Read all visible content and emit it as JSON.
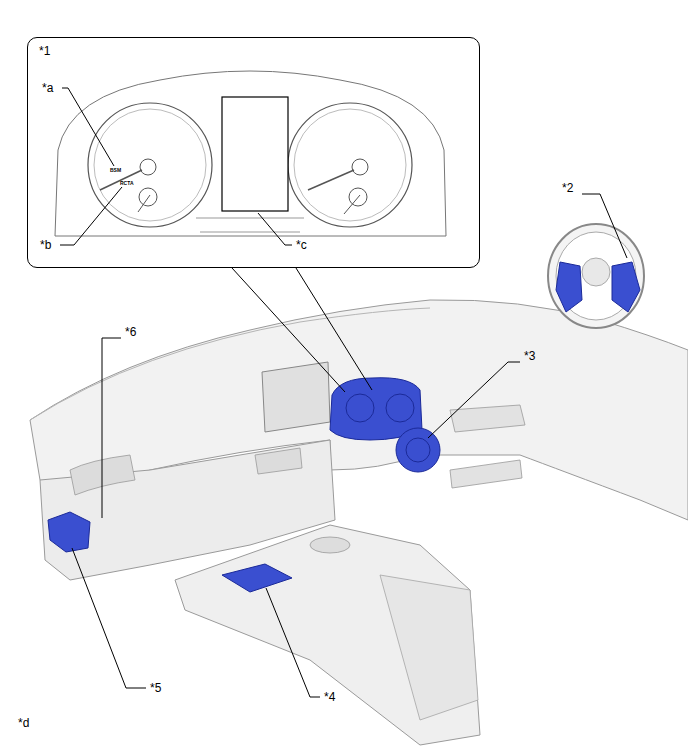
{
  "diagram": {
    "nodes": [
      {
        "text": [
          "*1"
        ]
      }
    ],
    "labels": [
      "*a",
      "*b",
      "*c",
      "BSM",
      "RCTA",
      "*2",
      "*3",
      "*4",
      "*5",
      "*6",
      "*d"
    ]
  }
}
